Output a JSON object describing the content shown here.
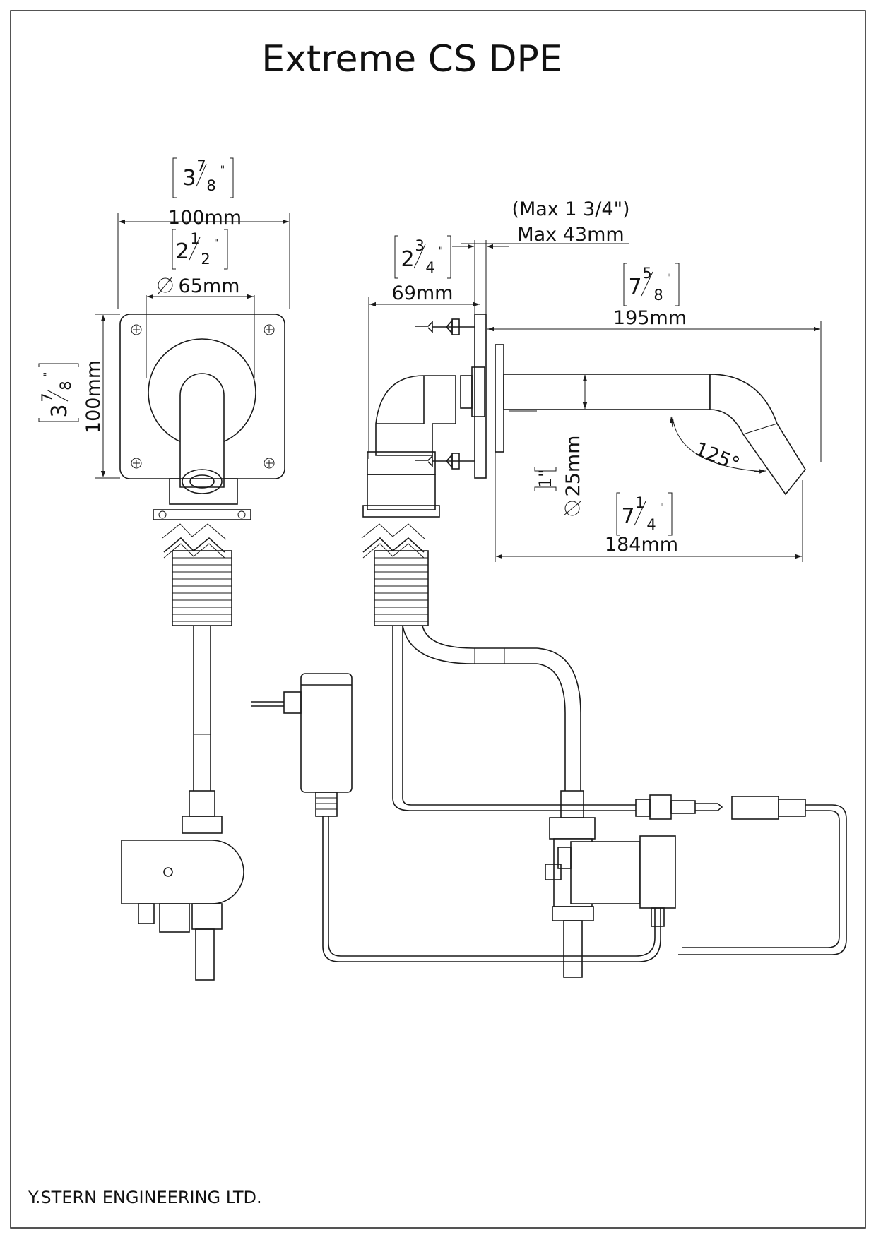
{
  "title": "Extreme CS DPE",
  "company": "Y.STERN ENGINEERING LTD.",
  "front_view": {
    "width": {
      "mm": "100mm",
      "inch_whole": "3",
      "inch_num": "7",
      "inch_den": "8"
    },
    "diameter": {
      "mm": "65mm",
      "inch_whole": "2",
      "inch_num": "1",
      "inch_den": "2"
    },
    "height": {
      "mm": "100mm",
      "inch_whole": "3",
      "inch_num": "7",
      "inch_den": "8"
    }
  },
  "side_view": {
    "max_depth": {
      "inch_text": "(Max 1 3/4\")",
      "mm": "Max 43mm"
    },
    "body_depth": {
      "mm": "69mm",
      "inch_whole": "2",
      "inch_num": "3",
      "inch_den": "4"
    },
    "spout_reach": {
      "mm": "195mm",
      "inch_whole": "7",
      "inch_num": "5",
      "inch_den": "8"
    },
    "spout_length": {
      "mm": "184mm",
      "inch_whole": "7",
      "inch_num": "1",
      "inch_den": "4"
    },
    "spout_diameter": {
      "mm": "25mm",
      "inch": "1\""
    },
    "angle": "125°"
  }
}
